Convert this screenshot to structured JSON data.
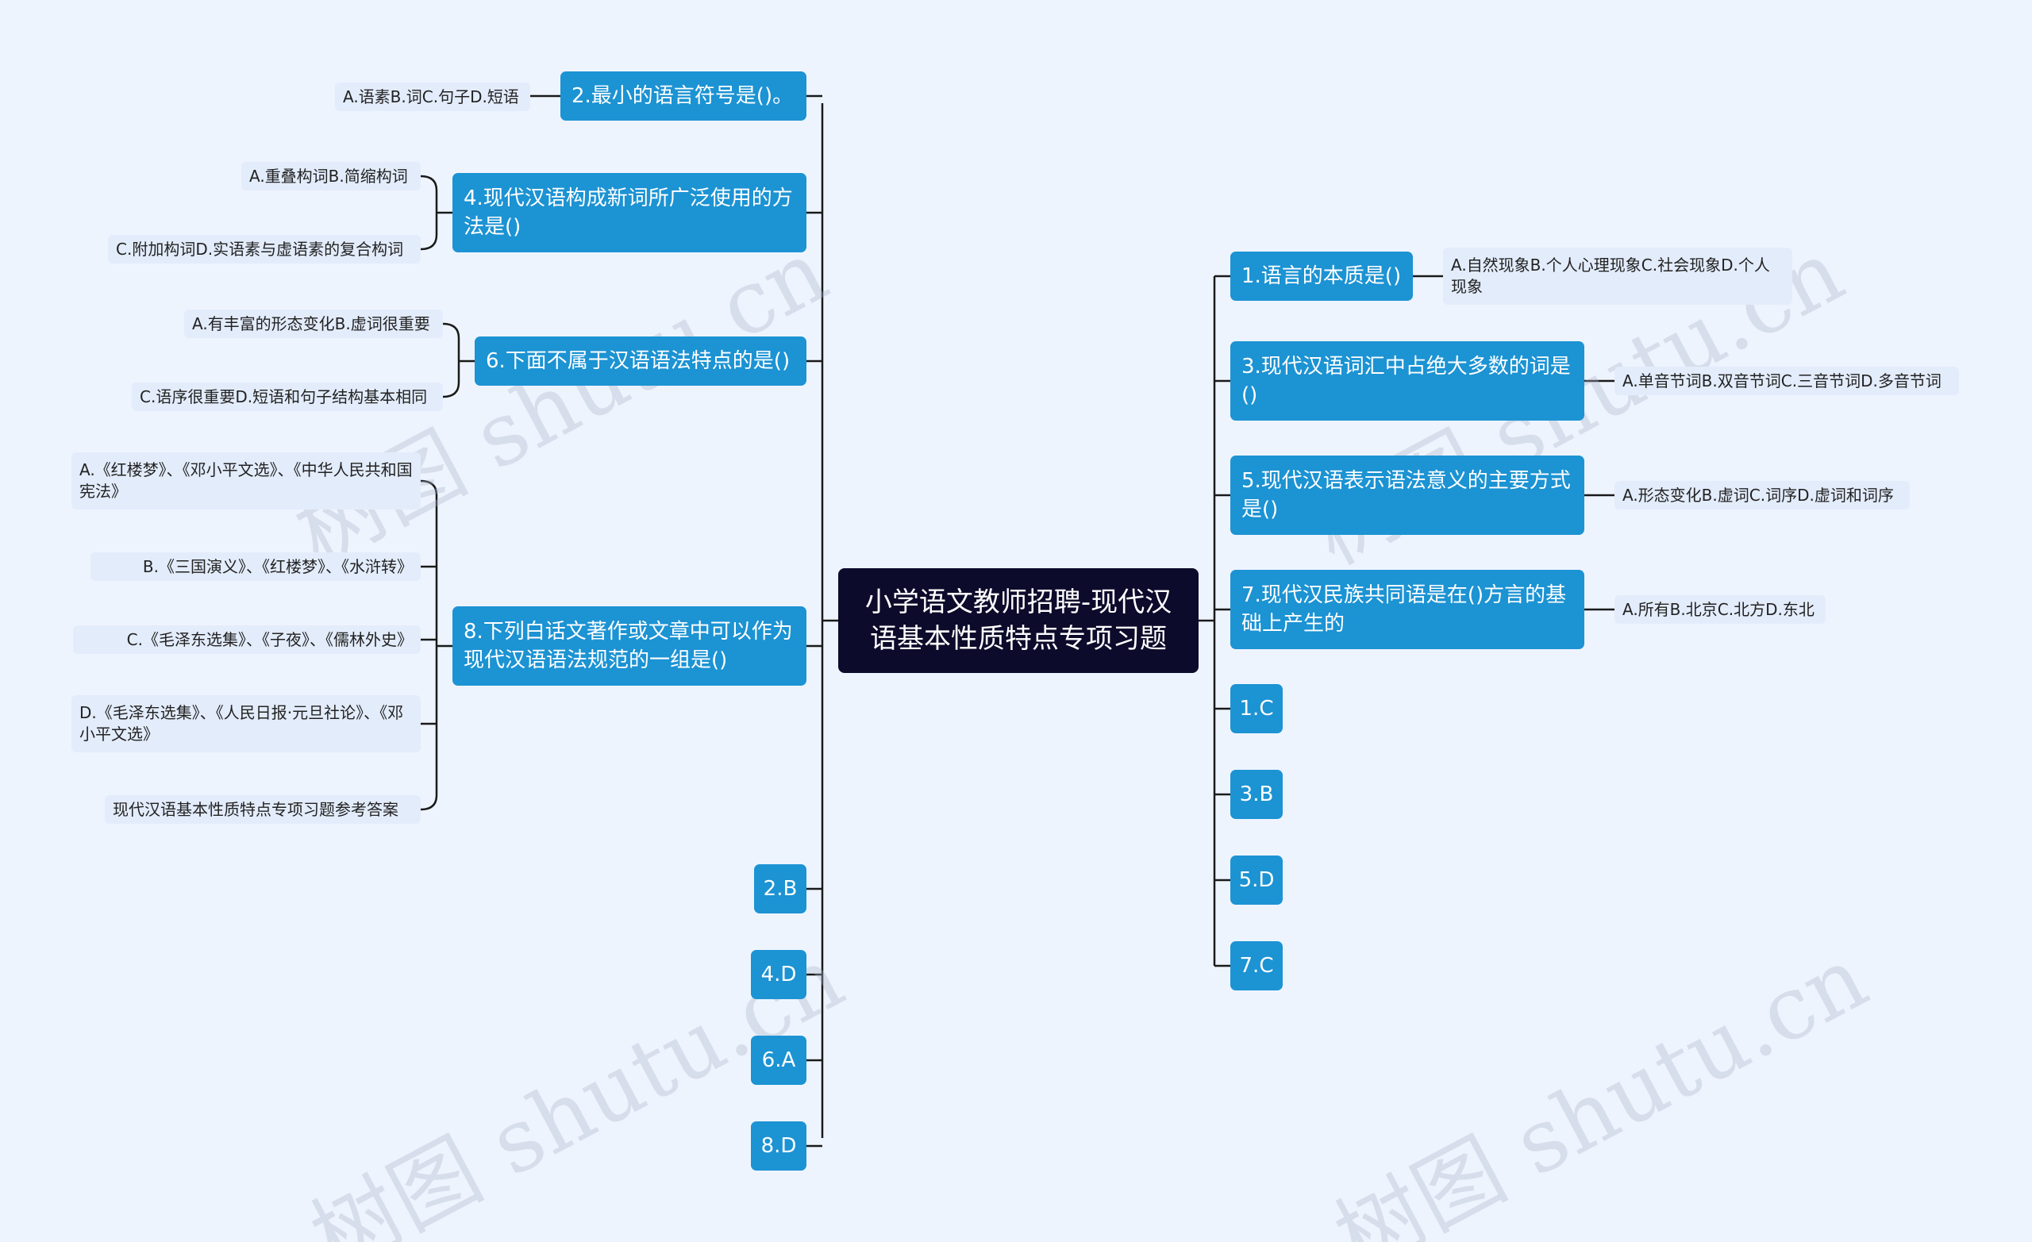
{
  "root": {
    "text": "小学语文教师招聘-现代汉语基本性质特点专项习题"
  },
  "left": {
    "q2": {
      "text": "2.最小的语言符号是()。",
      "options": [
        "A.语素B.词C.句子D.短语"
      ]
    },
    "q4": {
      "text": "4.现代汉语构成新词所广泛使用的方法是()",
      "options": [
        "A.重叠构词B.简缩构词",
        "C.附加构词D.实语素与虚语素的复合构词"
      ]
    },
    "q6": {
      "text": "6.下面不属于汉语语法特点的是()",
      "options": [
        "A.有丰富的形态变化B.虚词很重要",
        "C.语序很重要D.短语和句子结构基本相同"
      ]
    },
    "q8": {
      "text": "8.下列白话文著作或文章中可以作为现代汉语语法规范的一组是()",
      "options": [
        "A.《红楼梦》、《邓小平文选》、《中华人民共和国宪法》",
        "B.《三国演义》、《红楼梦》、《水浒转》",
        "C.《毛泽东选集》、《子夜》、《儒林外史》",
        "D.《毛泽东选集》、《人民日报·元旦社论》、《邓小平文选》",
        "现代汉语基本性质特点专项习题参考答案"
      ]
    },
    "answers": [
      "2.B",
      "4.D",
      "6.A",
      "8.D"
    ]
  },
  "right": {
    "q1": {
      "text": "1.语言的本质是()",
      "options": [
        "A.自然现象B.个人心理现象C.社会现象D.个人现象"
      ]
    },
    "q3": {
      "text": "3.现代汉语词汇中占绝大多数的词是()",
      "options": [
        "A.单音节词B.双音节词C.三音节词D.多音节词"
      ]
    },
    "q5": {
      "text": "5.现代汉语表示语法意义的主要方式是()",
      "options": [
        "A.形态变化B.虚词C.词序D.虚词和词序"
      ]
    },
    "q7": {
      "text": "7.现代汉民族共同语是在()方言的基础上产生的",
      "options": [
        "A.所有B.北京C.北方D.东北"
      ]
    },
    "answers": [
      "1.C",
      "3.B",
      "5.D",
      "7.C"
    ]
  },
  "watermark": "树图 shutu.cn",
  "colors": {
    "background": "#eef4fe",
    "root": "#0d0b2b",
    "branch": "#1c93d3",
    "leaf": "#e3ecfb",
    "line": "#1a1a1a"
  }
}
